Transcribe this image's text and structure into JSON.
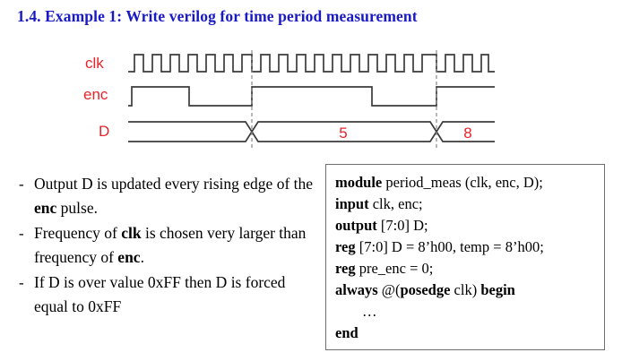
{
  "slide": {
    "title": "1.4. Example 1: Write verilog for time period measurement",
    "title_color": "#1a1ac4"
  },
  "waveform": {
    "signal_color": "#3b3b3b",
    "label_color": "#e8232a",
    "marker_color": "#8a8a8a",
    "signals": [
      {
        "name": "clk",
        "label": "clk",
        "type": "clock"
      },
      {
        "name": "enc",
        "label": "enc",
        "type": "pulse"
      },
      {
        "name": "D",
        "label": "D",
        "type": "bus"
      }
    ],
    "bus_values": [
      {
        "label": "5"
      },
      {
        "label": "8"
      }
    ]
  },
  "bullets": [
    {
      "marker": "-",
      "parts": [
        {
          "text": "Output D is updated every rising edge of the ",
          "bold": false
        },
        {
          "text": "enc",
          "bold": true
        },
        {
          "text": " pulse.",
          "bold": false
        }
      ]
    },
    {
      "marker": "-",
      "parts": [
        {
          "text": "Frequency of ",
          "bold": false
        },
        {
          "text": "clk",
          "bold": true
        },
        {
          "text": " is chosen very larger than frequency of ",
          "bold": false
        },
        {
          "text": "enc",
          "bold": true
        },
        {
          "text": ".",
          "bold": false
        }
      ]
    },
    {
      "marker": "-",
      "parts": [
        {
          "text": "If D is over value 0xFF then D is forced equal to 0xFF",
          "bold": false
        }
      ]
    }
  ],
  "code": {
    "lines": [
      {
        "parts": [
          {
            "text": "module",
            "bold": true
          },
          {
            "text": " period_meas (clk, enc, D);",
            "bold": false
          }
        ]
      },
      {
        "parts": [
          {
            "text": "input",
            "bold": true
          },
          {
            "text": " clk, enc;",
            "bold": false
          }
        ]
      },
      {
        "parts": [
          {
            "text": "output",
            "bold": true
          },
          {
            "text": " [7:0] D;",
            "bold": false
          }
        ]
      },
      {
        "parts": [
          {
            "text": "reg",
            "bold": true
          },
          {
            "text": " [7:0] D = 8’h00, temp = 8’h00;",
            "bold": false
          }
        ]
      },
      {
        "parts": [
          {
            "text": "reg",
            "bold": true
          },
          {
            "text": " pre_enc = 0;",
            "bold": false
          }
        ]
      },
      {
        "parts": [
          {
            "text": "always",
            "bold": true
          },
          {
            "text": " @(",
            "bold": false
          },
          {
            "text": "posedge",
            "bold": true
          },
          {
            "text": " clk) ",
            "bold": false
          },
          {
            "text": "begin",
            "bold": true
          }
        ]
      },
      {
        "ellipsis": true,
        "parts": [
          {
            "text": "…",
            "bold": false
          }
        ]
      },
      {
        "parts": [
          {
            "text": "end",
            "bold": true
          }
        ]
      }
    ]
  }
}
